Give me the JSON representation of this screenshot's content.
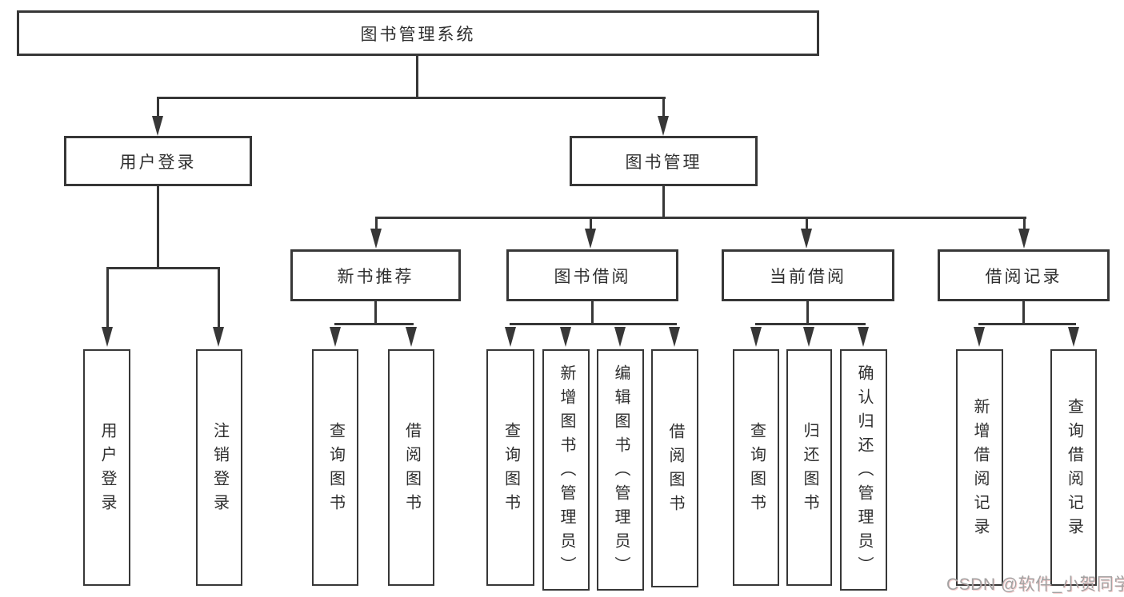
{
  "diagram": {
    "title": "图书管理系统",
    "colors": {
      "line": "#373737",
      "text": "#2f2f2f",
      "background": "#ffffff",
      "watermark": "#a3a3a3"
    },
    "root": {
      "label": "图书管理系统"
    },
    "level2": {
      "user_login": {
        "label": "用户登录"
      },
      "book_management": {
        "label": "图书管理"
      }
    },
    "level3": {
      "new_book_recommend": {
        "label": "新书推荐"
      },
      "book_borrow": {
        "label": "图书借阅"
      },
      "current_borrow": {
        "label": "当前借阅"
      },
      "borrow_record": {
        "label": "借阅记录"
      }
    },
    "leaves": {
      "user_login": [
        "用户登录",
        "注销登录"
      ],
      "new_book_recommend": [
        "查询图书",
        "借阅图书"
      ],
      "book_borrow": [
        "查询图书",
        "新增图书（管理员）",
        "编辑图书（管理员）",
        "借阅图书"
      ],
      "current_borrow": [
        "查询图书",
        "归还图书",
        "确认归还（管理员）"
      ],
      "borrow_record": [
        "新增借阅记录",
        "查询借阅记录"
      ]
    },
    "watermark": "CSDN @软件_小贺同学"
  }
}
